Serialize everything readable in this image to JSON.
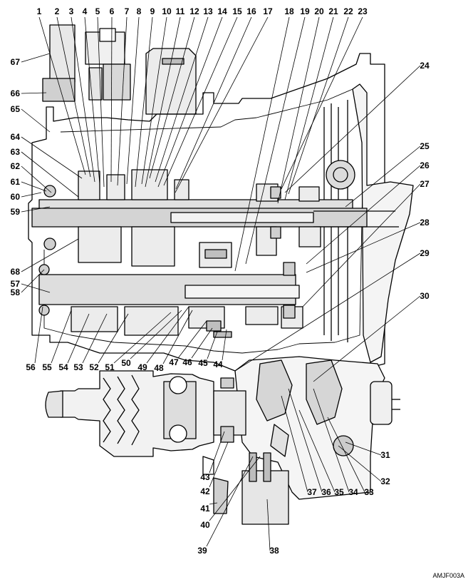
{
  "diagram": {
    "code": "AMJF003A",
    "callouts_top": [
      "1",
      "2",
      "3",
      "4",
      "5",
      "6",
      "7",
      "8",
      "9",
      "10",
      "11",
      "12",
      "13",
      "14",
      "15",
      "16",
      "17",
      "18",
      "19",
      "20",
      "21",
      "22",
      "23"
    ],
    "callouts_right": [
      "24",
      "25",
      "26",
      "27",
      "28",
      "29",
      "30",
      "31",
      "32",
      "33",
      "34",
      "35",
      "36",
      "37",
      "38"
    ],
    "callouts_bottom": [
      "39",
      "40",
      "41",
      "42",
      "43",
      "44",
      "45",
      "46",
      "47",
      "48",
      "49",
      "50",
      "51",
      "52",
      "53",
      "54",
      "55",
      "56"
    ],
    "callouts_left": [
      "57",
      "58",
      "59",
      "60",
      "61",
      "62",
      "63",
      "64",
      "65",
      "66",
      "67",
      "68"
    ]
  }
}
